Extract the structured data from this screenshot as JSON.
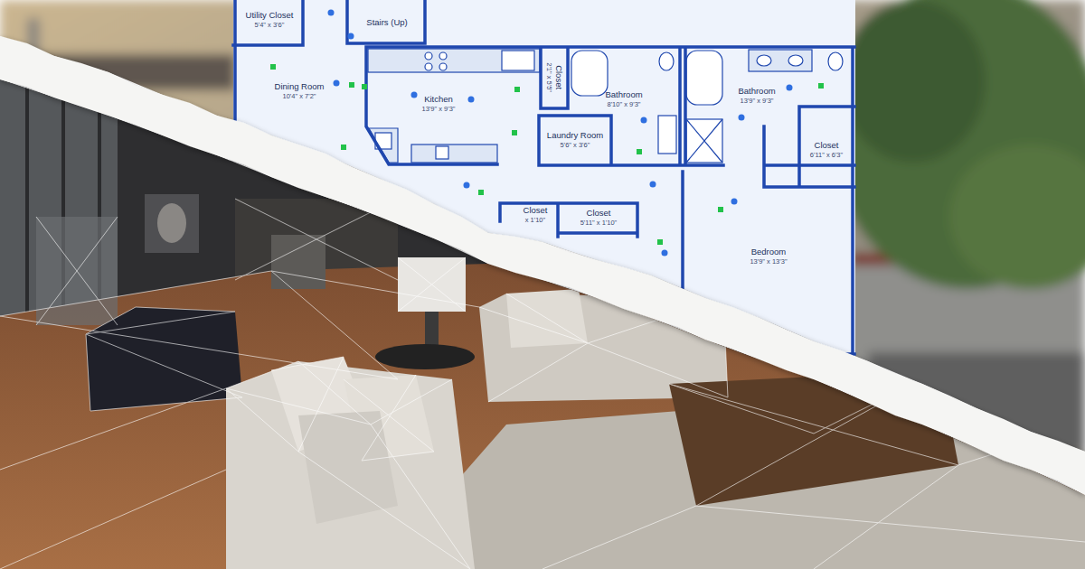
{
  "diagram": {
    "nodes": [
      {
        "text": [
          "Utility Closet",
          "5'4\" x 3'6\""
        ]
      },
      {
        "text": [
          "Stairs (Up)"
        ]
      },
      {
        "text": [
          "Dining Room",
          "10'4\" x 7'2\""
        ]
      },
      {
        "text": [
          "Kitchen",
          "13'9\" x 9'3\""
        ]
      },
      {
        "text": [
          "Closet",
          "2'1\" x 5'5\""
        ]
      },
      {
        "text": [
          "Bathroom",
          "8'10\" x 9'3\""
        ]
      },
      {
        "text": [
          "Bathroom",
          "13'9\" x 9'3\""
        ]
      },
      {
        "text": [
          "Laundry Room",
          "5'6\" x 3'6\""
        ]
      },
      {
        "text": [
          "Closet",
          "6'11\" x 6'3\""
        ]
      },
      {
        "text": [
          "Closet",
          "x 1'10\""
        ]
      },
      {
        "text": [
          "Closet",
          "5'11\" x 1'10\""
        ]
      },
      {
        "text": [
          "Bedroom",
          "13'9\" x 13'3\""
        ]
      }
    ]
  }
}
